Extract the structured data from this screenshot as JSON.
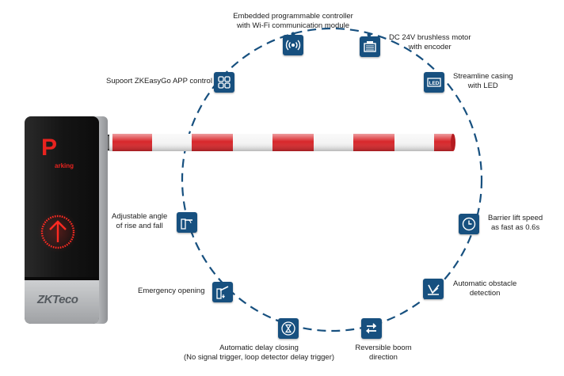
{
  "device": {
    "parking_letter": "P",
    "parking_word": "arking",
    "brand_logo": "ZKTeco",
    "accent_color": "#e8231f",
    "body_color": "#1b1b1b",
    "base_color": "#b9bbbe"
  },
  "boom": {
    "stripe_color_a": "#d8262a",
    "stripe_color_b": "#f4f4f4"
  },
  "ring": {
    "color": "#17507f",
    "style": "dashed"
  },
  "features": [
    {
      "id": "wifi",
      "icon": "wifi-signal-icon",
      "lines": [
        "Embedded programmable controller",
        "with Wi-Fi communication module"
      ]
    },
    {
      "id": "motor",
      "icon": "motor-icon",
      "lines": [
        "DC 24V brushless motor",
        "with encoder"
      ]
    },
    {
      "id": "led",
      "icon": "led-icon",
      "lines": [
        "Streamline casing",
        "with LED"
      ]
    },
    {
      "id": "speed",
      "icon": "clock-icon",
      "lines": [
        "Barrier lift speed",
        "as fast as 0.6s"
      ]
    },
    {
      "id": "obstacle",
      "icon": "obstacle-detection-icon",
      "lines": [
        "Automatic obstacle",
        "detection"
      ]
    },
    {
      "id": "reverse",
      "icon": "reverse-arrows-icon",
      "lines": [
        "Reversible boom",
        "direction"
      ]
    },
    {
      "id": "delay",
      "icon": "hourglass-icon",
      "lines": [
        "Automatic delay closing",
        "(No signal trigger, loop detector delay trigger)"
      ]
    },
    {
      "id": "emergency",
      "icon": "barrier-open-icon",
      "lines": [
        "Emergency opening"
      ]
    },
    {
      "id": "angle",
      "icon": "barrier-angle-icon",
      "lines": [
        "Adjustable angle",
        "of rise and fall"
      ]
    },
    {
      "id": "app",
      "icon": "app-grid-icon",
      "lines": [
        "Supoort ZKEasyGo APP control"
      ]
    }
  ]
}
